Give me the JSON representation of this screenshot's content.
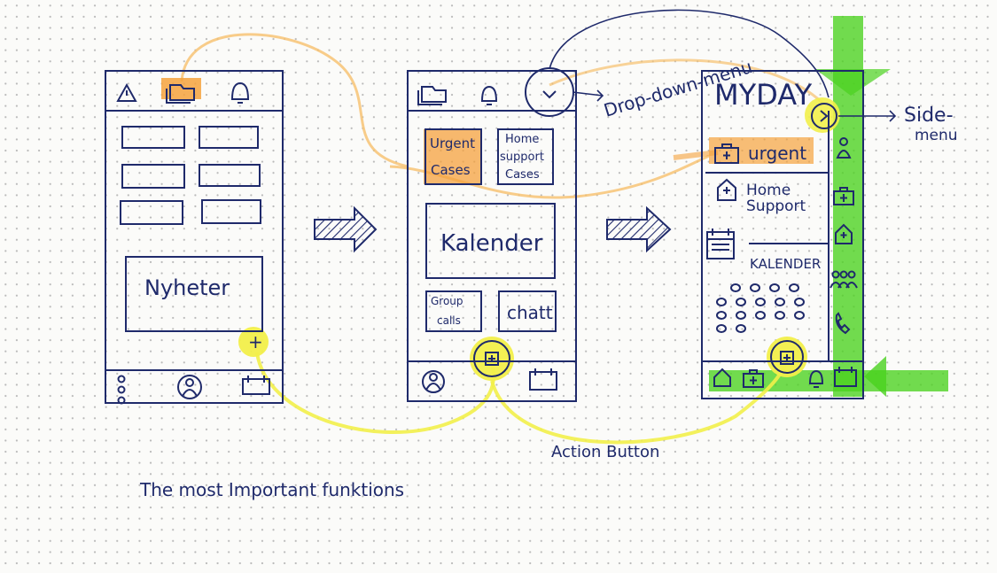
{
  "colors": {
    "ink": "#1f2a6b",
    "orange_highlight": "#f5a23d",
    "yellow_highlight": "#f2ef4a",
    "green_highlight": "#4ad21e",
    "paper": "#fbfbf9",
    "grid_dot": "#b9b9b9"
  },
  "screen1": {
    "top_icons": [
      "warning-icon",
      "folder-icon",
      "bell-icon"
    ],
    "main_label": "Nyheter",
    "bottom_icons": [
      "more-dots-icon",
      "user-icon",
      "calendar-icon"
    ],
    "action_button": "+"
  },
  "screen2": {
    "top_icons": [
      "folder-icon",
      "bell-icon",
      "chevron-down-icon"
    ],
    "tile_urgent": [
      "Urgent",
      "Cases"
    ],
    "tile_home": [
      "Home",
      "support",
      "Cases"
    ],
    "kalender": "Kalender",
    "tile_group": [
      "Group",
      "calls"
    ],
    "tile_chat": "chatt",
    "bottom_icons": [
      "user-icon",
      "calendar-icon"
    ],
    "action_button": "+"
  },
  "screen3": {
    "title": "MYDAY",
    "urgent": "urgent",
    "home": [
      "Home",
      "Support"
    ],
    "kalender": "KALENDER",
    "side_menu_icons": [
      "chevron-right-icon",
      "person-icon",
      "first-aid-icon",
      "home-plus-icon",
      "group-icon",
      "phone-icon"
    ],
    "bottom_icons": [
      "home-icon",
      "first-aid-icon",
      "bell-icon",
      "calendar-icon"
    ],
    "action_button": "+"
  },
  "annotations": {
    "dropdown": "Drop-down-menu",
    "side_menu": [
      "Side-",
      "menu"
    ],
    "action_button": "Action  Button",
    "caption": "The most Important funktions"
  }
}
